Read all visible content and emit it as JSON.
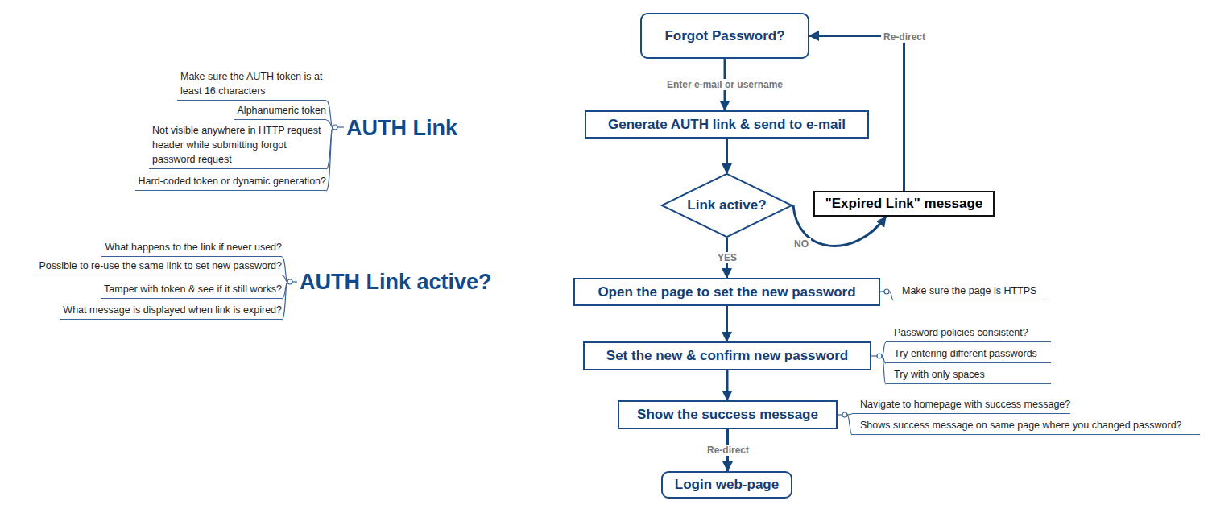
{
  "diagram": {
    "nodes": [
      {
        "text": [
          "Forgot Password?"
        ]
      },
      {
        "text": [
          "Generate AUTH link & send to e-mail"
        ]
      },
      {
        "text": [
          "Link active?"
        ]
      },
      {
        "text": [
          "\"Expired Link\" message"
        ]
      },
      {
        "text": [
          "Open the page to set the new password"
        ]
      },
      {
        "text": [
          "Set the new & confirm new password"
        ]
      },
      {
        "text": [
          "Show the success message"
        ]
      },
      {
        "text": [
          "Login web-page"
        ]
      }
    ],
    "edges": [
      {
        "from": 0,
        "to": 1,
        "label": "Enter e-mail or username",
        "arrow": "to"
      },
      {
        "from": 1,
        "to": 2,
        "arrow": "to"
      },
      {
        "from": 2,
        "to": 3,
        "label": "NO",
        "arrow": "to"
      },
      {
        "from": 3,
        "to": 0,
        "label": "Re-direct",
        "arrow": "to"
      },
      {
        "from": 2,
        "to": 4,
        "label": "YES",
        "arrow": "to"
      },
      {
        "from": 4,
        "to": 5,
        "arrow": "to"
      },
      {
        "from": 5,
        "to": 6,
        "arrow": "to"
      },
      {
        "from": 6,
        "to": 7,
        "label": "Re-direct",
        "arrow": "to"
      }
    ],
    "labels": [
      "AUTH Link",
      "Make sure the AUTH token is at least 16 characters",
      "Alphanumeric token",
      "Not visible anywhere in HTTP request header while submitting forgot password request",
      "Hard-coded token or dynamic generation?",
      "AUTH Link active?",
      "What happens to the link if never used?",
      "Possible to re-use the same link to set new password?",
      "Tamper with token & see if it still works?",
      "What message is displayed when link is expired?",
      "Make sure the page is HTTPS",
      "Password policies consistent?",
      "Try entering different passwords",
      "Try with only spaces",
      "Navigate to homepage with success message?",
      "Shows success message on same page where you changed password?"
    ]
  }
}
